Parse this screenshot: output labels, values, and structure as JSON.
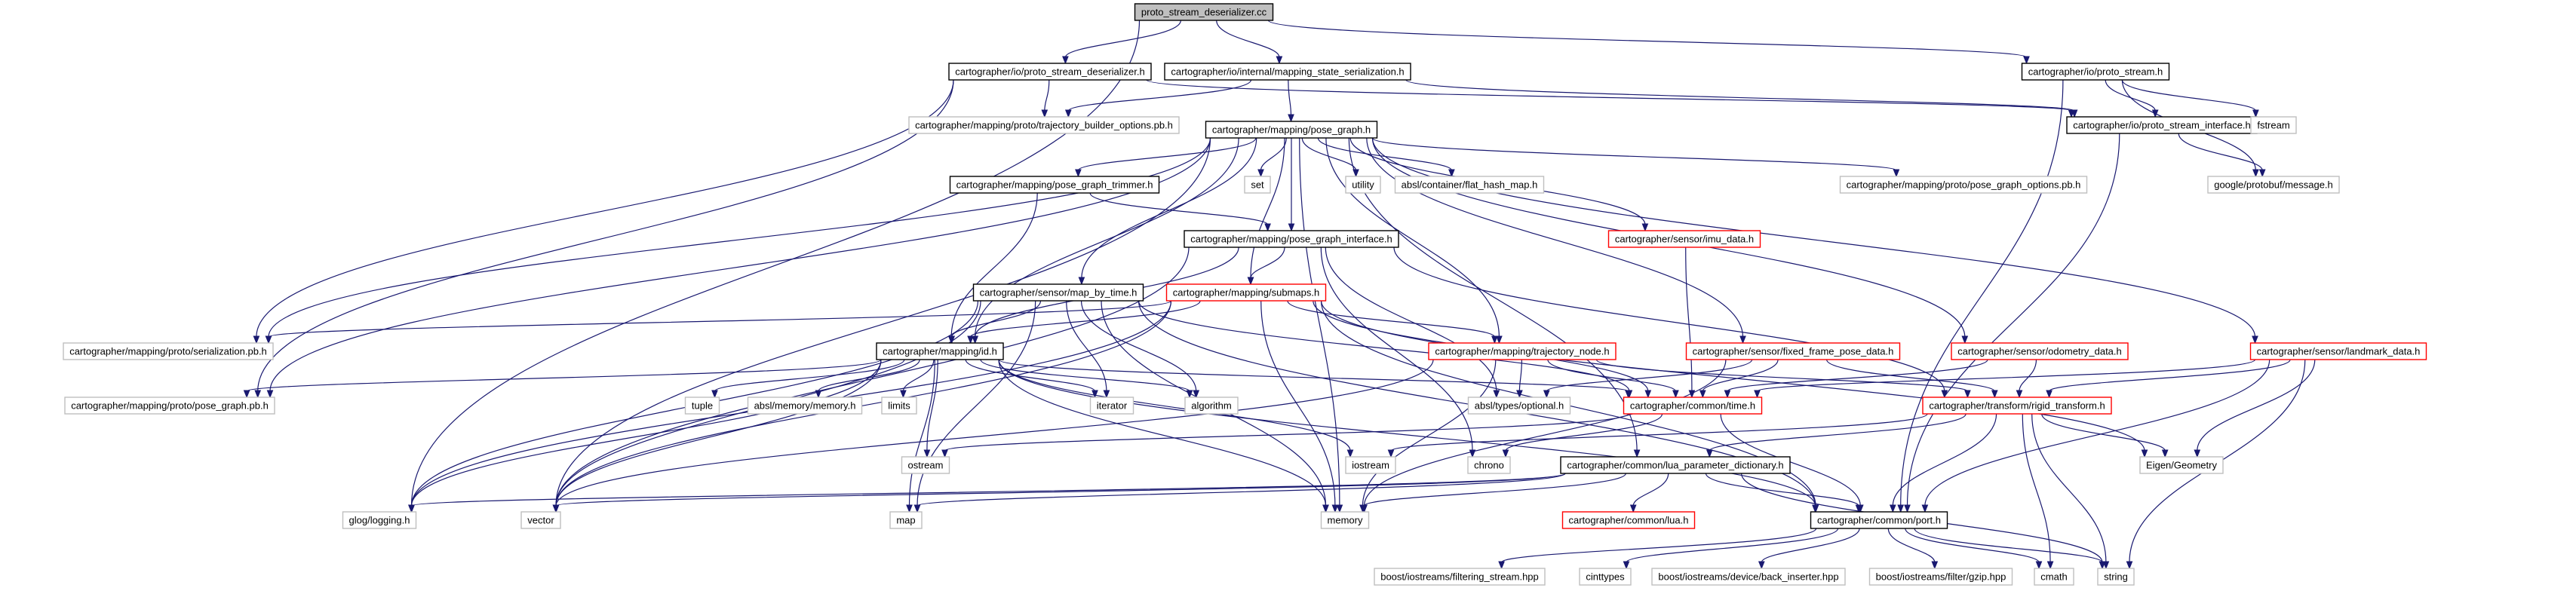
{
  "graph": {
    "root": "proto_stream_deserializer.cc",
    "nodes": [
      {
        "id": "n0",
        "label": "proto_stream_deserializer.cc",
        "style": "root"
      },
      {
        "id": "n1",
        "label": "cartographer/io/proto_stream_deserializer.h",
        "style": "solid"
      },
      {
        "id": "n2",
        "label": "cartographer/io/internal/mapping_state_serialization.h",
        "style": "solid"
      },
      {
        "id": "n3",
        "label": "cartographer/io/proto_stream.h",
        "style": "solid"
      },
      {
        "id": "n4",
        "label": "cartographer/mapping/proto/trajectory_builder_options.pb.h",
        "style": "sys"
      },
      {
        "id": "n5",
        "label": "cartographer/io/proto_stream_interface.h",
        "style": "solid"
      },
      {
        "id": "n6",
        "label": "fstream",
        "style": "sys"
      },
      {
        "id": "n7",
        "label": "cartographer/mapping/pose_graph.h",
        "style": "solid"
      },
      {
        "id": "n8",
        "label": "google/protobuf/message.h",
        "style": "sys"
      },
      {
        "id": "n9",
        "label": "cartographer/mapping/pose_graph_trimmer.h",
        "style": "solid"
      },
      {
        "id": "n10",
        "label": "set",
        "style": "sys"
      },
      {
        "id": "n11",
        "label": "utility",
        "style": "sys"
      },
      {
        "id": "n12",
        "label": "absl/container/flat_hash_map.h",
        "style": "sys"
      },
      {
        "id": "n13",
        "label": "cartographer/mapping/proto/pose_graph_options.pb.h",
        "style": "sys"
      },
      {
        "id": "n14",
        "label": "cartographer/sensor/imu_data.h",
        "style": "red"
      },
      {
        "id": "n15",
        "label": "cartographer/mapping/pose_graph_interface.h",
        "style": "solid"
      },
      {
        "id": "n16",
        "label": "cartographer/sensor/map_by_time.h",
        "style": "solid"
      },
      {
        "id": "n17",
        "label": "cartographer/mapping/submaps.h",
        "style": "red"
      },
      {
        "id": "n18",
        "label": "cartographer/mapping/proto/serialization.pb.h",
        "style": "sys"
      },
      {
        "id": "n19",
        "label": "cartographer/mapping/trajectory_node.h",
        "style": "red"
      },
      {
        "id": "n20",
        "label": "cartographer/sensor/fixed_frame_pose_data.h",
        "style": "red"
      },
      {
        "id": "n21",
        "label": "cartographer/sensor/odometry_data.h",
        "style": "red"
      },
      {
        "id": "n22",
        "label": "cartographer/sensor/landmark_data.h",
        "style": "red"
      },
      {
        "id": "n23",
        "label": "cartographer/mapping/id.h",
        "style": "solid"
      },
      {
        "id": "n24",
        "label": "cartographer/mapping/proto/pose_graph.pb.h",
        "style": "sys"
      },
      {
        "id": "n25",
        "label": "tuple",
        "style": "sys"
      },
      {
        "id": "n26",
        "label": "absl/memory/memory.h",
        "style": "sys"
      },
      {
        "id": "n27",
        "label": "limits",
        "style": "sys"
      },
      {
        "id": "n28",
        "label": "iterator",
        "style": "sys"
      },
      {
        "id": "n29",
        "label": "algorithm",
        "style": "sys"
      },
      {
        "id": "n30",
        "label": "absl/types/optional.h",
        "style": "sys"
      },
      {
        "id": "n31",
        "label": "cartographer/common/time.h",
        "style": "red"
      },
      {
        "id": "n32",
        "label": "cartographer/transform/rigid_transform.h",
        "style": "red"
      },
      {
        "id": "n33",
        "label": "Eigen/Geometry",
        "style": "sys"
      },
      {
        "id": "n34",
        "label": "ostream",
        "style": "sys"
      },
      {
        "id": "n35",
        "label": "iostream",
        "style": "sys"
      },
      {
        "id": "n36",
        "label": "chrono",
        "style": "sys"
      },
      {
        "id": "n37",
        "label": "cartographer/common/lua_parameter_dictionary.h",
        "style": "solid"
      },
      {
        "id": "n38",
        "label": "glog/logging.h",
        "style": "sys"
      },
      {
        "id": "n39",
        "label": "vector",
        "style": "sys"
      },
      {
        "id": "n40",
        "label": "map",
        "style": "sys"
      },
      {
        "id": "n41",
        "label": "memory",
        "style": "sys"
      },
      {
        "id": "n42",
        "label": "cartographer/common/lua.h",
        "style": "red"
      },
      {
        "id": "n43",
        "label": "cartographer/common/port.h",
        "style": "solid"
      },
      {
        "id": "n44",
        "label": "boost/iostreams/filtering_stream.hpp",
        "style": "sys"
      },
      {
        "id": "n45",
        "label": "cinttypes",
        "style": "sys"
      },
      {
        "id": "n46",
        "label": "boost/iostreams/device/back_inserter.hpp",
        "style": "sys"
      },
      {
        "id": "n47",
        "label": "boost/iostreams/filter/gzip.hpp",
        "style": "sys"
      },
      {
        "id": "n48",
        "label": "cmath",
        "style": "sys"
      },
      {
        "id": "n49",
        "label": "string",
        "style": "sys"
      }
    ],
    "edges": [
      [
        "n0",
        "n1"
      ],
      [
        "n0",
        "n2"
      ],
      [
        "n0",
        "n3"
      ],
      [
        "n0",
        "n38"
      ],
      [
        "n1",
        "n4"
      ],
      [
        "n1",
        "n5"
      ],
      [
        "n1",
        "n18"
      ],
      [
        "n1",
        "n24"
      ],
      [
        "n2",
        "n4"
      ],
      [
        "n2",
        "n5"
      ],
      [
        "n2",
        "n7"
      ],
      [
        "n3",
        "n5"
      ],
      [
        "n3",
        "n6"
      ],
      [
        "n3",
        "n8"
      ],
      [
        "n3",
        "n43"
      ],
      [
        "n5",
        "n8"
      ],
      [
        "n5",
        "n43"
      ],
      [
        "n7",
        "n9"
      ],
      [
        "n7",
        "n10"
      ],
      [
        "n7",
        "n11"
      ],
      [
        "n7",
        "n12"
      ],
      [
        "n7",
        "n13"
      ],
      [
        "n7",
        "n14"
      ],
      [
        "n7",
        "n15"
      ],
      [
        "n7",
        "n16"
      ],
      [
        "n7",
        "n17"
      ],
      [
        "n7",
        "n18"
      ],
      [
        "n7",
        "n19"
      ],
      [
        "n7",
        "n20"
      ],
      [
        "n7",
        "n21"
      ],
      [
        "n7",
        "n22"
      ],
      [
        "n7",
        "n23"
      ],
      [
        "n7",
        "n24"
      ],
      [
        "n7",
        "n37"
      ],
      [
        "n7",
        "n39"
      ],
      [
        "n7",
        "n41"
      ],
      [
        "n9",
        "n15"
      ],
      [
        "n9",
        "n23"
      ],
      [
        "n14",
        "n31"
      ],
      [
        "n15",
        "n17"
      ],
      [
        "n15",
        "n23"
      ],
      [
        "n15",
        "n30"
      ],
      [
        "n15",
        "n32"
      ],
      [
        "n15",
        "n36"
      ],
      [
        "n15",
        "n39"
      ],
      [
        "n16",
        "n23"
      ],
      [
        "n16",
        "n28"
      ],
      [
        "n16",
        "n29"
      ],
      [
        "n16",
        "n31"
      ],
      [
        "n16",
        "n38"
      ],
      [
        "n16",
        "n39"
      ],
      [
        "n16",
        "n40"
      ],
      [
        "n16",
        "n41"
      ],
      [
        "n16",
        "n43"
      ],
      [
        "n17",
        "n18"
      ],
      [
        "n17",
        "n23"
      ],
      [
        "n17",
        "n19"
      ],
      [
        "n17",
        "n31"
      ],
      [
        "n17",
        "n43"
      ],
      [
        "n17",
        "n33"
      ],
      [
        "n17",
        "n39"
      ],
      [
        "n17",
        "n41"
      ],
      [
        "n17",
        "n38"
      ],
      [
        "n19",
        "n30"
      ],
      [
        "n19",
        "n31"
      ],
      [
        "n19",
        "n32"
      ],
      [
        "n19",
        "n39"
      ],
      [
        "n19",
        "n41"
      ],
      [
        "n20",
        "n30"
      ],
      [
        "n20",
        "n31"
      ],
      [
        "n20",
        "n32"
      ],
      [
        "n20",
        "n41"
      ],
      [
        "n21",
        "n31"
      ],
      [
        "n21",
        "n32"
      ],
      [
        "n22",
        "n31"
      ],
      [
        "n22",
        "n32"
      ],
      [
        "n22",
        "n33"
      ],
      [
        "n22",
        "n43"
      ],
      [
        "n22",
        "n49"
      ],
      [
        "n23",
        "n24"
      ],
      [
        "n23",
        "n25"
      ],
      [
        "n23",
        "n26"
      ],
      [
        "n23",
        "n27"
      ],
      [
        "n23",
        "n28"
      ],
      [
        "n23",
        "n29"
      ],
      [
        "n23",
        "n31"
      ],
      [
        "n23",
        "n34"
      ],
      [
        "n23",
        "n35"
      ],
      [
        "n23",
        "n38"
      ],
      [
        "n23",
        "n39"
      ],
      [
        "n23",
        "n40"
      ],
      [
        "n23",
        "n41"
      ],
      [
        "n23",
        "n43"
      ],
      [
        "n31",
        "n34"
      ],
      [
        "n31",
        "n36"
      ],
      [
        "n31",
        "n43"
      ],
      [
        "n32",
        "n33"
      ],
      [
        "n32",
        "n35"
      ],
      [
        "n32",
        "n43"
      ],
      [
        "n32",
        "n48"
      ],
      [
        "n32",
        "n49"
      ],
      [
        "n32",
        "n37"
      ],
      [
        "n37",
        "n38"
      ],
      [
        "n37",
        "n39"
      ],
      [
        "n37",
        "n40"
      ],
      [
        "n37",
        "n41"
      ],
      [
        "n37",
        "n42"
      ],
      [
        "n37",
        "n43"
      ],
      [
        "n37",
        "n49"
      ],
      [
        "n43",
        "n44"
      ],
      [
        "n43",
        "n45"
      ],
      [
        "n43",
        "n46"
      ],
      [
        "n43",
        "n47"
      ],
      [
        "n43",
        "n48"
      ],
      [
        "n43",
        "n49"
      ]
    ]
  }
}
